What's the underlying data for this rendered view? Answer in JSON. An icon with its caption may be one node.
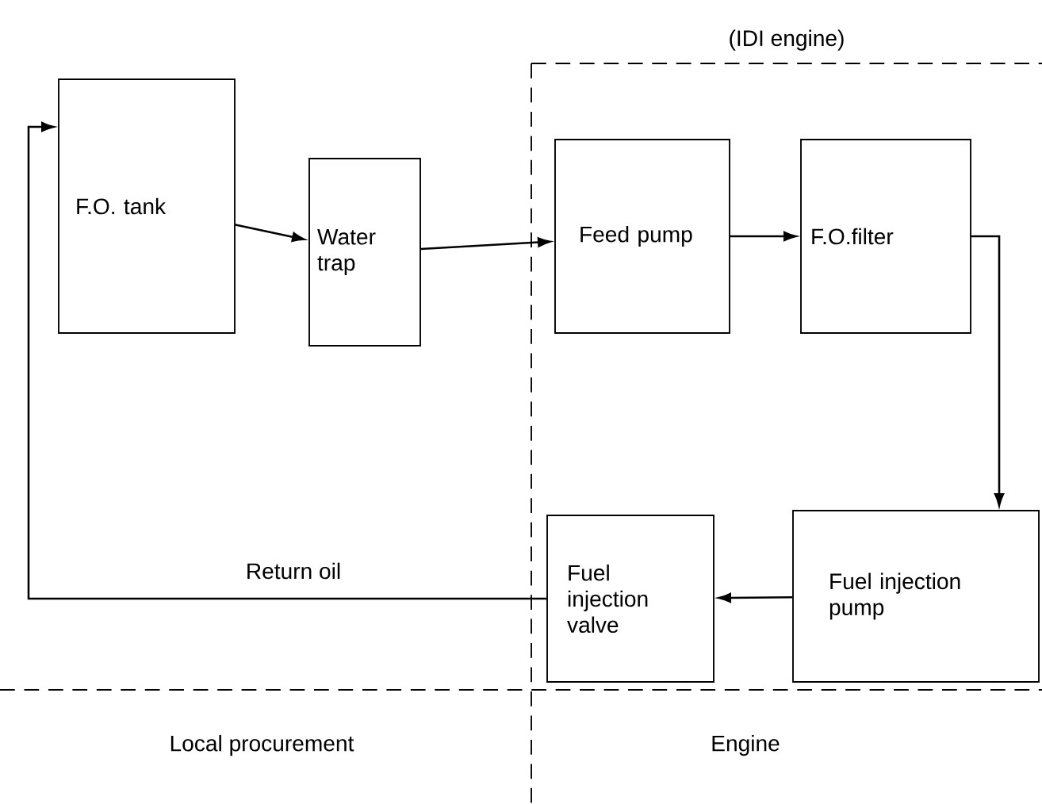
{
  "diagram": {
    "title": "(IDI engine)",
    "nodes": [
      {
        "text": [
          "F.O. tank"
        ]
      },
      {
        "text": [
          "Water trap"
        ]
      },
      {
        "text": [
          "Feed pump"
        ]
      },
      {
        "text": [
          "F.O.filter"
        ]
      },
      {
        "text": [
          "Fuel injection pump"
        ]
      },
      {
        "text": [
          "Fuel injection valve"
        ]
      }
    ],
    "edges": [
      {
        "from": 0,
        "to": 1,
        "arrow": "to"
      },
      {
        "from": 1,
        "to": 2,
        "arrow": "to"
      },
      {
        "from": 2,
        "to": 3,
        "arrow": "to"
      },
      {
        "from": 3,
        "to": 4,
        "arrow": "to"
      },
      {
        "from": 4,
        "to": 5,
        "arrow": "to"
      },
      {
        "from": 5,
        "to": 0,
        "arrow": "to",
        "label": "Return oil"
      }
    ],
    "labels": [
      "Local procurement",
      "Engine"
    ]
  }
}
